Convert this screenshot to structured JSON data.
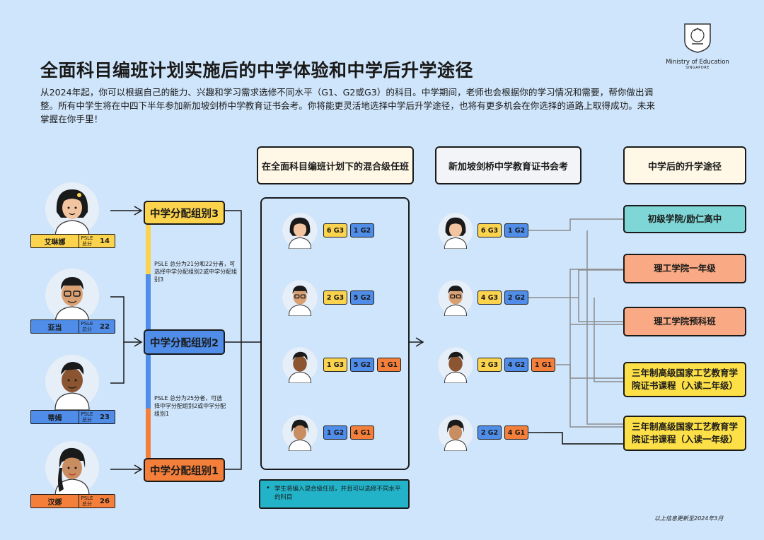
{
  "title": "全面科目编班计划实施后的中学体验和中学后升学途径",
  "intro": "从2024年起，你可以根据自己的能力、兴趣和学习需求选修不同水平（G1、G2或G3）的科目。中学期间，老师也会根据你的学习情况和需要，帮你做出调整。所有中学生将在中四下半年参加新加坡剑桥中学教育证书会考。你将能更灵活地选择中学后升学途径，也将有更多机会在你选择的道路上取得成功。未来掌握在你手里！",
  "logo": {
    "name": "Ministry of Education",
    "sub": "SINGAPORE"
  },
  "headers": {
    "mixed": "在全面科目编班计划下的混合级任班",
    "exam": "新加坡剑桥中学教育证书会考",
    "post": "中学后的升学途径"
  },
  "students": [
    {
      "name": "艾琳娜",
      "psle": "PSLE 总分",
      "score": "14",
      "box_color": "#fcd34d"
    },
    {
      "name": "亚当",
      "psle": "PSLE 总分",
      "score": "22",
      "box_color": "#4f8de8"
    },
    {
      "name": "蒂姆",
      "psle": "PSLE 总分",
      "score": "23",
      "box_color": "#4f8de8"
    },
    {
      "name": "汉娜",
      "psle": "PSLE 总分",
      "score": "26",
      "box_color": "#f47f3b"
    }
  ],
  "groups": {
    "g3": "中学分配组别3",
    "g2": "中学分配组别2",
    "g1": "中学分配组别1"
  },
  "notes": {
    "n1": "PSLE 总分为21分和22分者，可选择中学分配组别2或中学分配组别3",
    "n2": "PSLE 总分为25分者，可选择中学分配组别2或中学分配组别1"
  },
  "mixed_rows": [
    [
      "6 G3",
      "1 G2"
    ],
    [
      "2 G3",
      "5 G2"
    ],
    [
      "1 G3",
      "5 G2",
      "1 G1"
    ],
    [
      "1 G2",
      "4 G1"
    ]
  ],
  "exam_rows": [
    [
      "6 G3",
      "1 G2"
    ],
    [
      "4 G3",
      "2 G2"
    ],
    [
      "2 G3",
      "4 G2",
      "1 G1"
    ],
    [
      "2 G2",
      "4 G1"
    ]
  ],
  "mixed_note": "学生将编入混合级任班，并且可以选修不同水平的科目",
  "destinations": [
    "初级学院/励仁高中",
    "理工学院一年级",
    "理工学院预科班",
    "三年制高级国家工艺教育学院证书课程（入读二年级）",
    "三年制高级国家工艺教育学院证书课程（入读一年级）"
  ],
  "footer": "以上信息更新至2024年3月",
  "colors": {
    "background": "#cfe5fb",
    "g3": "#fcd34d",
    "g2": "#4f8de8",
    "g1": "#f47f3b",
    "teal": "#7fd6d6",
    "salmon": "#f9a983",
    "yellow": "#fde047"
  }
}
